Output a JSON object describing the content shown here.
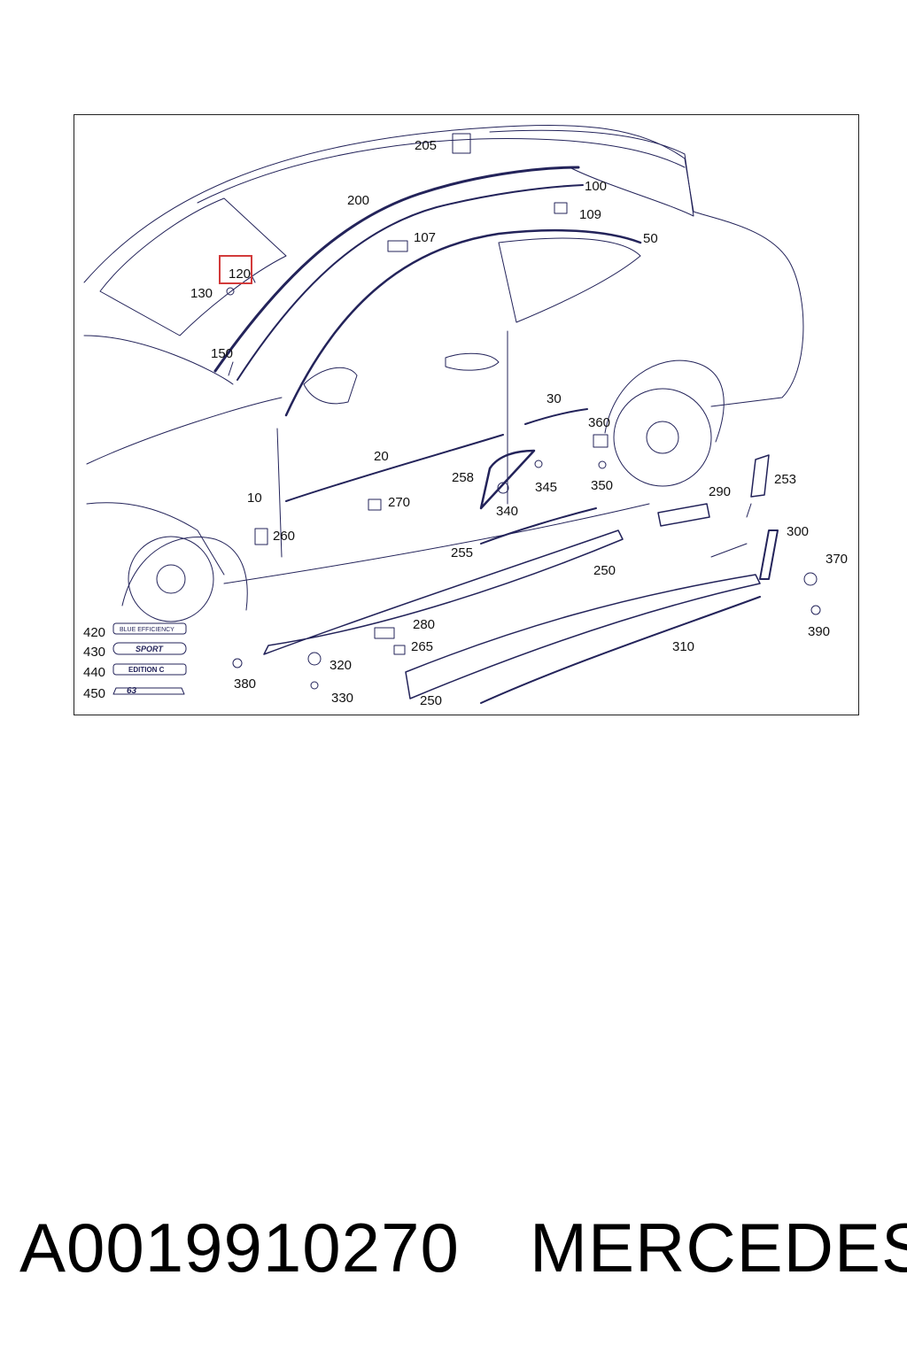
{
  "diagram": {
    "highlight_color": "#d23b3b",
    "line_color": "#23235a",
    "callouts": [
      {
        "id": "205",
        "text": "205"
      },
      {
        "id": "200",
        "text": "200"
      },
      {
        "id": "100",
        "text": "100"
      },
      {
        "id": "109",
        "text": "109"
      },
      {
        "id": "107",
        "text": "107"
      },
      {
        "id": "50",
        "text": "50"
      },
      {
        "id": "120",
        "text": "120",
        "highlighted": true
      },
      {
        "id": "130",
        "text": "130"
      },
      {
        "id": "150",
        "text": "150"
      },
      {
        "id": "30",
        "text": "30"
      },
      {
        "id": "360",
        "text": "360"
      },
      {
        "id": "20",
        "text": "20"
      },
      {
        "id": "258",
        "text": "258"
      },
      {
        "id": "345",
        "text": "345"
      },
      {
        "id": "350",
        "text": "350"
      },
      {
        "id": "253",
        "text": "253"
      },
      {
        "id": "290",
        "text": "290"
      },
      {
        "id": "10",
        "text": "10"
      },
      {
        "id": "270",
        "text": "270"
      },
      {
        "id": "340",
        "text": "340"
      },
      {
        "id": "260",
        "text": "260"
      },
      {
        "id": "300",
        "text": "300"
      },
      {
        "id": "255",
        "text": "255"
      },
      {
        "id": "250a",
        "text": "250"
      },
      {
        "id": "370",
        "text": "370"
      },
      {
        "id": "280",
        "text": "280"
      },
      {
        "id": "265",
        "text": "265"
      },
      {
        "id": "390",
        "text": "390"
      },
      {
        "id": "310",
        "text": "310"
      },
      {
        "id": "420",
        "text": "420"
      },
      {
        "id": "430",
        "text": "430"
      },
      {
        "id": "440",
        "text": "440"
      },
      {
        "id": "450",
        "text": "450"
      },
      {
        "id": "380",
        "text": "380"
      },
      {
        "id": "320",
        "text": "320"
      },
      {
        "id": "330",
        "text": "330"
      },
      {
        "id": "250b",
        "text": "250"
      }
    ],
    "badges": {
      "blue_efficiency": "BLUE EFFICIENCY",
      "sport": "SPORT",
      "edition": "EDITION C",
      "amg": "63"
    }
  },
  "caption": {
    "part_number": "A0019910270",
    "brand": "MERCEDES"
  }
}
